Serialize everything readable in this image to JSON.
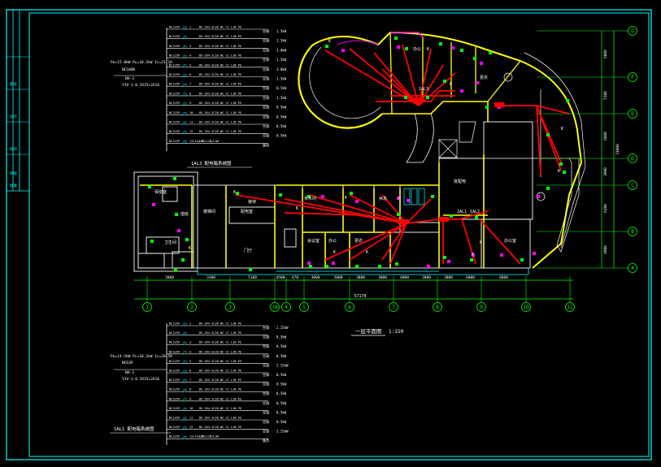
{
  "title_block": {
    "left_labels": [
      "图号",
      "设计",
      "校对",
      "审核",
      "批准"
    ]
  },
  "upper_schedule": {
    "panel_note": "Pe=15.0kW Pc=10.5kW Ic=21.1A",
    "breaker": "NC100H",
    "feeder_id": "NH-3",
    "cable": "YJV-1.0 3X25+2X16",
    "title": "1AL3 配电箱系统图",
    "circuits": [
      {
        "breaker": "NC125P",
        "no": "1",
        "cable": "BV-3X4 SC20 WC CC L1N PE",
        "use": "空调",
        "load": "1.5kW"
      },
      {
        "breaker": "NC125P",
        "no": "",
        "cable": "BV-3X4 SC20 WC CC L1N PE",
        "use": "空调",
        "load": "1.5kW"
      },
      {
        "breaker": "NC125P",
        "no": "3",
        "cable": "BV-3X4 SC20 WC CC L1N PE",
        "use": "空调",
        "load": "3.0kW"
      },
      {
        "breaker": "NC125P",
        "no": "4",
        "cable": "BV-3X4 SC20 WC CC L1N PE",
        "use": "空调",
        "load": "1.5kW"
      },
      {
        "breaker": "NC125P",
        "no": "5",
        "cable": "BV-3X4 SC20 WC CC L1N PE",
        "use": "空调",
        "load": "3.0kW"
      },
      {
        "breaker": "NC125P",
        "no": "6",
        "cable": "BV-3X4 SC20 WC CC L1N PE",
        "use": "空调",
        "load": "1.5kW"
      },
      {
        "breaker": "NC125P",
        "no": "7",
        "cable": "BV-3X4 SC20 WC CC L1N PE",
        "use": "空调",
        "load": "0.5kW"
      },
      {
        "breaker": "NC125P",
        "no": "8",
        "cable": "BV-3X4 SC20 WC CC L1N PE",
        "use": "空调",
        "load": "1.5kW"
      },
      {
        "breaker": "NC125P",
        "no": "9",
        "cable": "BV-3X4 SC20 WC CC L1N PE",
        "use": "空调",
        "load": "0.5kW"
      },
      {
        "breaker": "NC125P",
        "no": "10",
        "cable": "BV-3X4 SC20 WC CC L1N PE",
        "use": "空调",
        "load": "0.5kW"
      },
      {
        "breaker": "NC125P",
        "no": "11",
        "cable": "BV-3X4 SC20 WC CC L1N PE",
        "use": "空调",
        "load": "0.5kW"
      },
      {
        "breaker": "NC125P",
        "no": "12",
        "cable": "BV-3X4 SC20 WC CC L1N PE",
        "use": "空调",
        "load": "0.5kW"
      },
      {
        "breaker": "NC125P",
        "no": "13/14/15",
        "cable": "L1N/L2N/L3N",
        "use": "备用",
        "load": ""
      }
    ]
  },
  "lower_schedule": {
    "panel_note": "Pe=14.5kW Pc=10.2kW Ic=20.5A",
    "breaker": "NC63P",
    "feeder_id": "NH-3",
    "cable": "YJV-1.0 3X25+2X16",
    "title": "1AL1 配电箱系统图",
    "circuits": [
      {
        "breaker": "NC125P",
        "no": "1",
        "cable": "BV-3X4 SC20 WC CC L1N PE",
        "use": "空调",
        "load": "2.25kW"
      },
      {
        "breaker": "NC125P",
        "no": "",
        "cable": "BV-3X4 SC20 WC CC L1N PE",
        "use": "空调",
        "load": "0.5kW"
      },
      {
        "breaker": "NC125P",
        "no": "3",
        "cable": "BV-3X4 SC20 WC CC L1N PE",
        "use": "空调",
        "load": "0.5kW"
      },
      {
        "breaker": "NC125P",
        "no": "4",
        "cable": "BV-3X4 SC20 WC CC L1N PE",
        "use": "空调",
        "load": "0.5kW"
      },
      {
        "breaker": "NC125P",
        "no": "5",
        "cable": "BV-3X4 SC20 WC CC L1N PE",
        "use": "空调",
        "load": "2.25kW"
      },
      {
        "breaker": "NC125P",
        "no": "6",
        "cable": "BV-3X4 SC20 WC CC L1N PE",
        "use": "空调",
        "load": "0.5kW"
      },
      {
        "breaker": "NC125P",
        "no": "7",
        "cable": "BV-3X4 SC20 WC CC L1N PE",
        "use": "空调",
        "load": "0.5kW"
      },
      {
        "breaker": "NC125P",
        "no": "8",
        "cable": "BV-3X4 SC20 WC CC L1N PE",
        "use": "空调",
        "load": "0.5kW"
      },
      {
        "breaker": "NC125P",
        "no": "9",
        "cable": "BV-3X4 SC20 WC CC L1N PE",
        "use": "空调",
        "load": "0.5kW"
      },
      {
        "breaker": "NC125P",
        "no": "10",
        "cable": "BV-3X4 SC20 WC CC L1N PE",
        "use": "空调",
        "load": "0.5kW"
      },
      {
        "breaker": "NC125P",
        "no": "11",
        "cable": "BV-3X4 SC20 WC CC L1N PE",
        "use": "空调",
        "load": "0.5kW"
      },
      {
        "breaker": "NC125P",
        "no": "12",
        "cable": "BV-3X4 SC20 WC CC L1N PE",
        "use": "空调",
        "load": "2.25kW"
      },
      {
        "breaker": "NC125P",
        "no": "13/14/15",
        "cable": "L1N/L2N/L3N",
        "use": "备用",
        "load": ""
      }
    ]
  },
  "plan": {
    "title": "一层平面图",
    "scale": "1:150",
    "panel_labels": {
      "al3": "1AL3",
      "al1": "1AL1",
      "al2": "1AL2"
    },
    "room_labels": [
      "保安室",
      "值班",
      "楼梯间",
      "配电室",
      "接待",
      "门厅",
      "会议室",
      "办公",
      "更衣",
      "休息",
      "茶水间",
      "卫生间",
      "变配电",
      "办公室"
    ],
    "device_label": "K"
  },
  "axes": {
    "columns": [
      "1",
      "2",
      "3",
      "4",
      "5",
      "6",
      "7",
      "8",
      "9",
      "10",
      "11"
    ],
    "col_extra": "3A",
    "rows": [
      "A",
      "B",
      "C",
      "D",
      "E",
      "F",
      "G"
    ],
    "bottom_dims": [
      "2800",
      "3300",
      "5100",
      "4500",
      "470",
      "3000",
      "2000",
      "3000",
      "3000",
      "6000",
      "2000",
      "3000",
      "6000",
      "6000"
    ],
    "total_dim": "57170",
    "right_dims": [
      "4900",
      "6200",
      "3900",
      "6000",
      "5100",
      "6000"
    ],
    "right_total": "31000"
  },
  "colors": {
    "frame": "#00ffff",
    "wall": "#ffff00",
    "wire": "#ff0000",
    "text": "#ffffff",
    "axis": "#00ff00",
    "device_green": "#00ff00",
    "device_magenta": "#ff00ff"
  }
}
